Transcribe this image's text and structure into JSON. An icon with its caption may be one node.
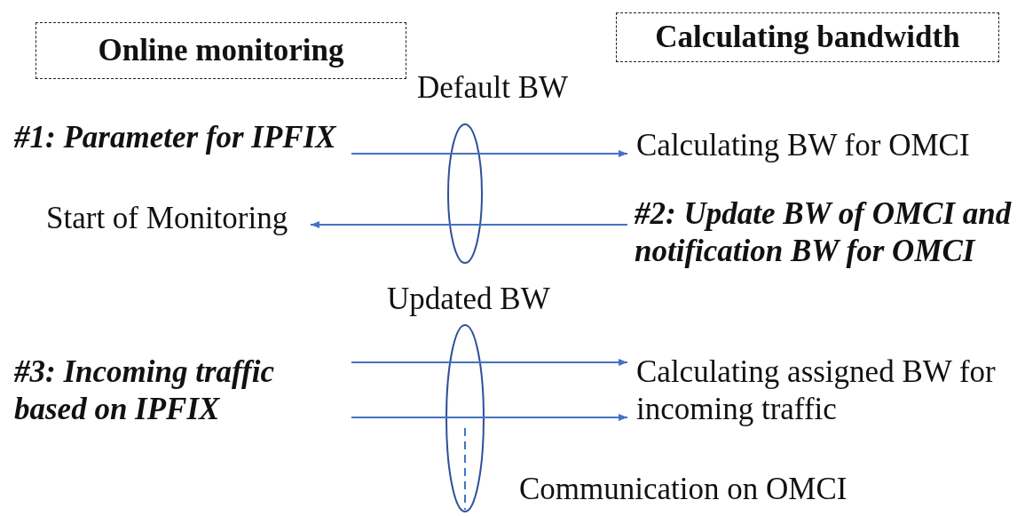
{
  "diagram": {
    "nodes": [
      {
        "text": [
          "Online monitoring"
        ]
      },
      {
        "text": [
          "Calculating bandwidth"
        ]
      },
      {
        "text": [
          "#1: Parameter for IPFIX"
        ]
      },
      {
        "text": [
          "Calculating BW for OMCI"
        ]
      },
      {
        "text": [
          "Start of Monitoring"
        ]
      },
      {
        "text": [
          "#2: Update BW of OMCI and notification BW for OMCI"
        ]
      },
      {
        "text": [
          "#3: Incoming traffic based on IPFIX"
        ]
      },
      {
        "text": [
          "Calculating assigned BW for incoming traffic"
        ]
      }
    ],
    "edges": [
      {
        "from": 2,
        "to": 3,
        "arrow": "to"
      },
      {
        "from": 5,
        "to": 4,
        "arrow": "to"
      },
      {
        "from": 6,
        "to": 7,
        "arrow": "to"
      },
      {
        "from": 6,
        "to": 7,
        "arrow": "to"
      }
    ],
    "labels": [
      "Default BW",
      "Updated BW",
      "Communication on OMCI"
    ]
  }
}
